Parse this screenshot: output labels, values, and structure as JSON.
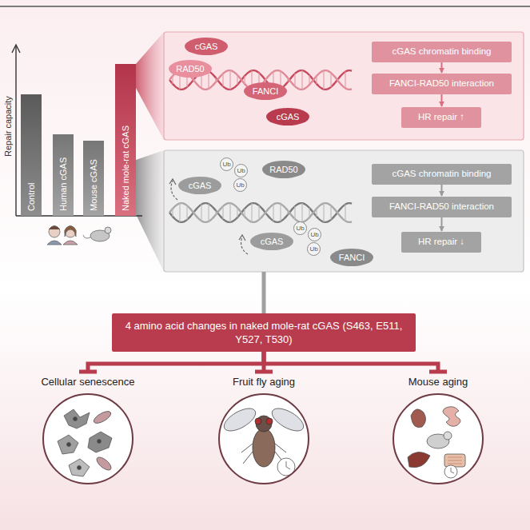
{
  "diagram": {
    "nodes": [
      {
        "text": [
          "Control"
        ]
      },
      {
        "text": [
          "Human cGAS"
        ]
      },
      {
        "text": [
          "Mouse cGAS"
        ]
      },
      {
        "text": [
          "Naked mole-rat cGAS"
        ]
      },
      {
        "text": [
          "cGAS"
        ]
      },
      {
        "text": [
          "RAD50"
        ]
      },
      {
        "text": [
          "FANCI"
        ]
      },
      {
        "text": [
          "cGAS"
        ]
      },
      {
        "text": [
          "cGAS chromatin binding"
        ]
      },
      {
        "text": [
          "FANCI-RAD50 interaction"
        ]
      },
      {
        "text": [
          "HR repair ↑"
        ]
      },
      {
        "text": [
          "cGAS"
        ]
      },
      {
        "text": [
          "RAD50"
        ]
      },
      {
        "text": [
          "cGAS"
        ]
      },
      {
        "text": [
          "FANCI"
        ]
      },
      {
        "text": [
          "cGAS chromatin binding"
        ]
      },
      {
        "text": [
          "FANCI-RAD50 interaction"
        ]
      },
      {
        "text": [
          "HR repair ↓"
        ]
      },
      {
        "text": [
          "4 amino acid changes in naked mole-rat cGAS (S463, E511, Y527, T530)"
        ]
      },
      {
        "text": [
          "Cellular senescence"
        ]
      },
      {
        "text": [
          "Fruit fly aging"
        ]
      },
      {
        "text": [
          "Mouse aging"
        ]
      }
    ],
    "edges": [
      {
        "from": 8,
        "to": 9,
        "arrow": "to"
      },
      {
        "from": 9,
        "to": 10,
        "arrow": "to"
      },
      {
        "from": 15,
        "to": 16,
        "arrow": "to"
      },
      {
        "from": 16,
        "to": 17,
        "arrow": "to"
      },
      {
        "from": 18,
        "to": 19,
        "arrow": "to"
      },
      {
        "from": 18,
        "to": 20,
        "arrow": "to"
      },
      {
        "from": 18,
        "to": 21,
        "arrow": "to"
      }
    ],
    "labels": [
      "Repair capacity",
      "Ub",
      "Ub",
      "Ub",
      "Ub",
      "Ub",
      "Ub"
    ]
  }
}
